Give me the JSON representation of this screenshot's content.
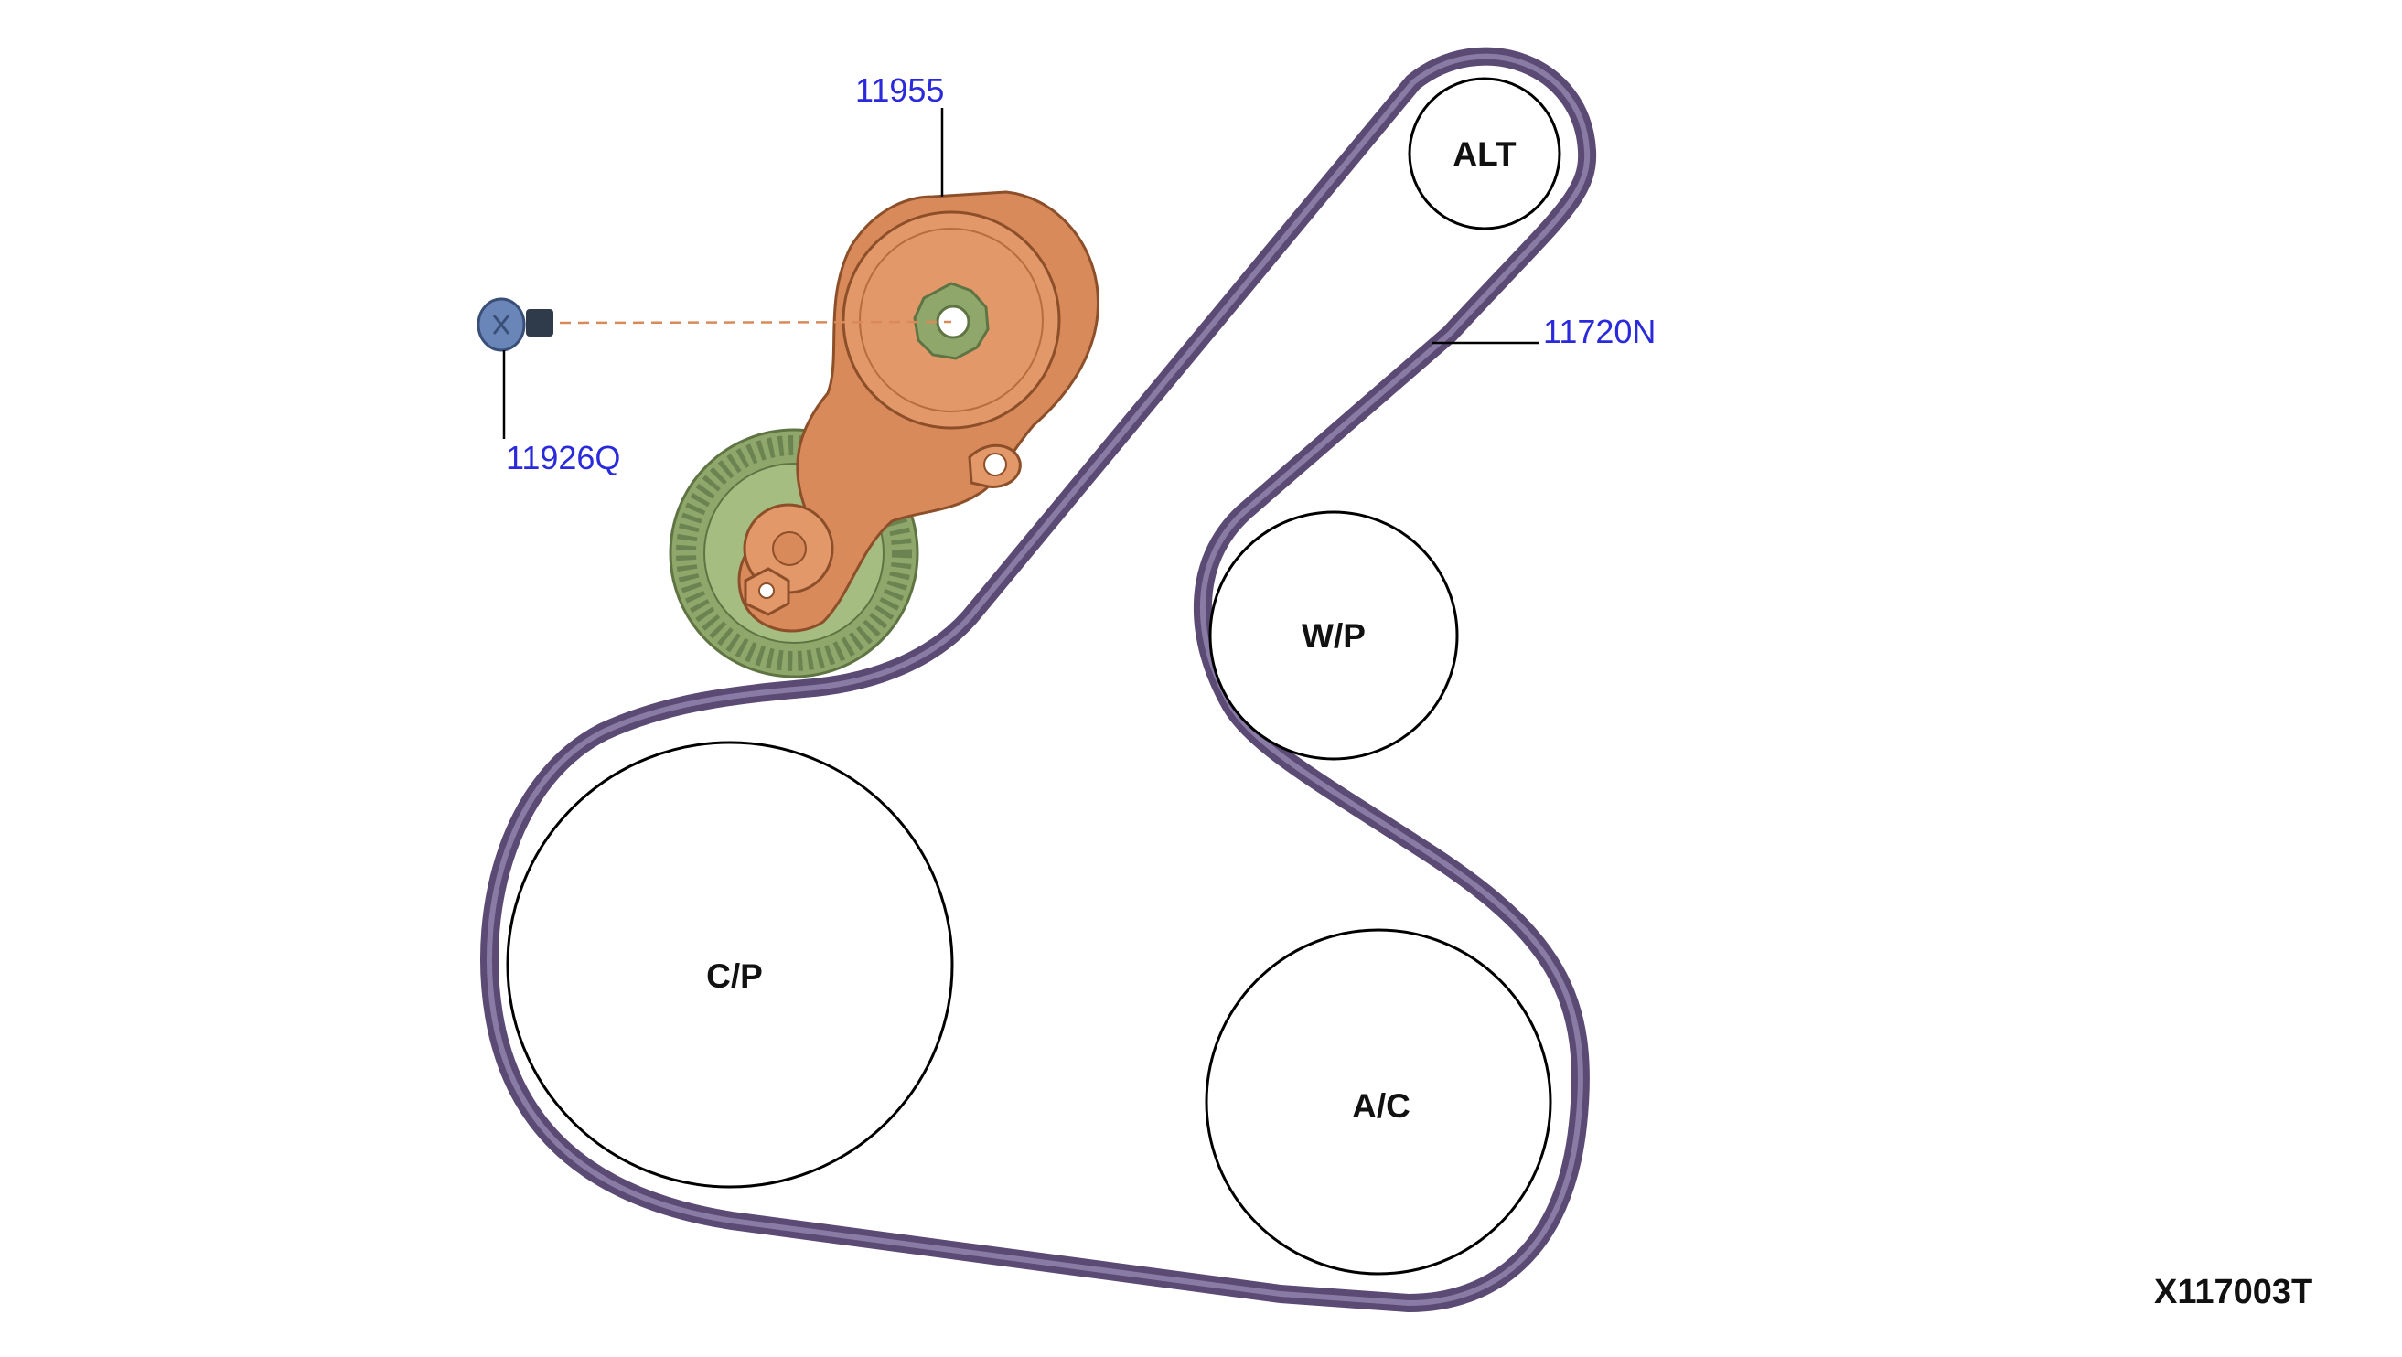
{
  "callouts": {
    "tensioner": "11955",
    "bolt": "11926Q",
    "belt": "11720N"
  },
  "pulleys": {
    "alternator": "ALT",
    "water_pump": "W/P",
    "crankshaft": "C/P",
    "ac_compressor": "A/C"
  },
  "figure_id": "X117003T",
  "colors": {
    "belt": "#5b4a74",
    "belt_inner": "#8a7aa6",
    "tensioner_body": "#d98a5a",
    "tensioner_pulley": "#8fa76a",
    "bolt": "#6a86b8",
    "callout_text": "#2a2adc"
  }
}
